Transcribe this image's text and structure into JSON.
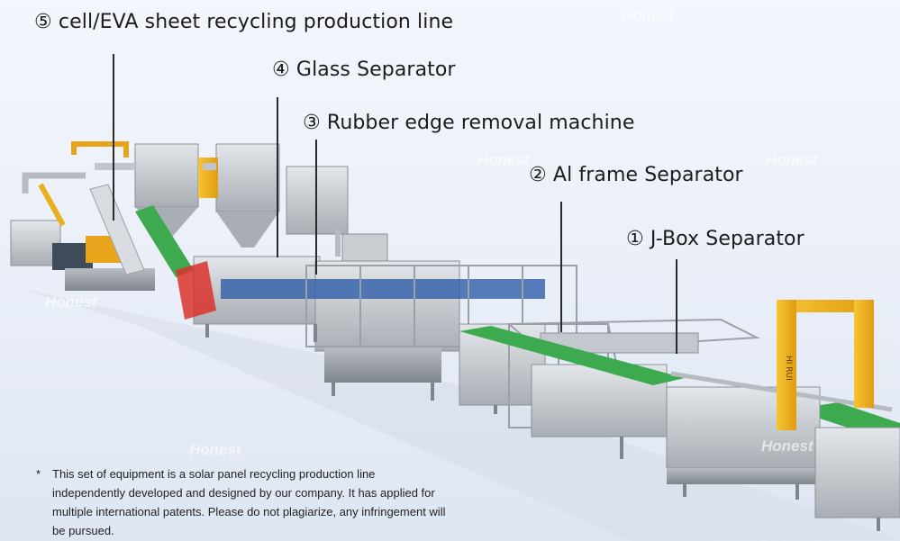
{
  "labels": {
    "cell_eva": "⑤ cell/EVA sheet recycling production line",
    "glass": "④ Glass Separator",
    "rubber": "③ Rubber edge removal machine",
    "al_frame": "② Al frame Separator",
    "jbox": "① J-Box Separator"
  },
  "note": {
    "bullet": "*",
    "text": "This set of equipment is a solar panel recycling production line independently developed and designed by our company. It has applied for multiple international patents. Please do not plagiarize, any infringement will be pursued."
  },
  "watermark": "Honest",
  "machine_logo": "HI RUI",
  "colors": {
    "frame_yellow": "#f2b823",
    "conveyor_green": "#3eaa4f",
    "steel": "#c9cdd2",
    "logo_blue": "#2f5ea8",
    "logo_red": "#d9322b"
  }
}
